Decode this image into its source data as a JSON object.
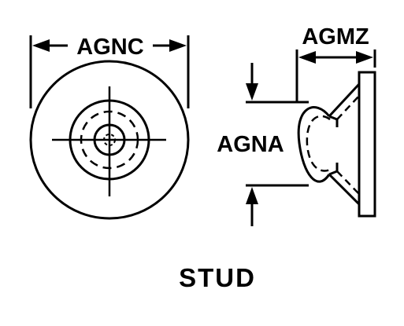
{
  "labels": {
    "front_width": "AGNC",
    "side_height": "AGNA",
    "side_depth": "AGMZ"
  },
  "caption": "STUD"
}
